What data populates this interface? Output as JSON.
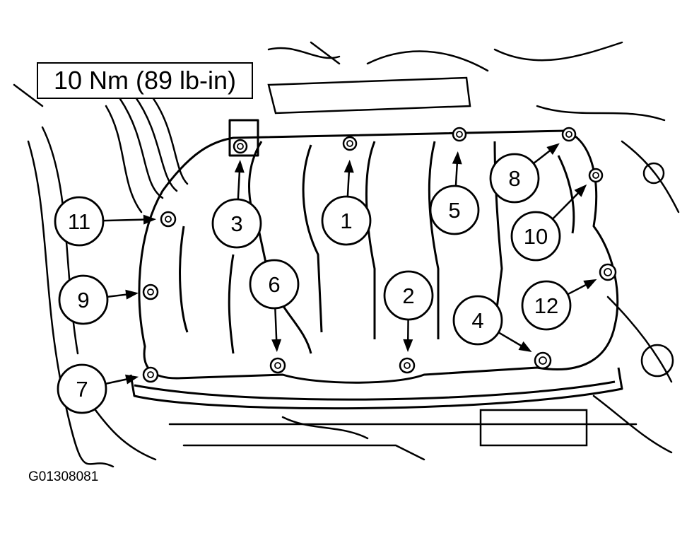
{
  "torque_spec": "10 Nm (89 lb-in)",
  "figure_id": "G01308081",
  "callouts": [
    {
      "label": "1"
    },
    {
      "label": "2"
    },
    {
      "label": "3"
    },
    {
      "label": "4"
    },
    {
      "label": "5"
    },
    {
      "label": "6"
    },
    {
      "label": "7"
    },
    {
      "label": "8"
    },
    {
      "label": "9"
    },
    {
      "label": "10"
    },
    {
      "label": "11"
    },
    {
      "label": "12"
    }
  ],
  "colors": {
    "line": "#000000",
    "background": "#ffffff"
  }
}
